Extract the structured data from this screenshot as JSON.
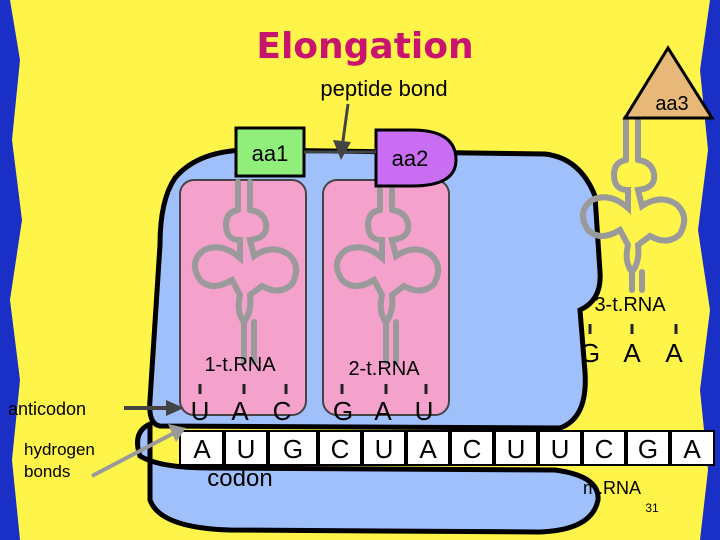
{
  "slide": {
    "title": "Elongation",
    "slide_number": "31"
  },
  "labels": {
    "peptide_bond": "peptide bond",
    "anticodon": "anticodon",
    "hydrogen_bonds_line1": "hydrogen",
    "hydrogen_bonds_line2": "bonds",
    "codon": "codon",
    "mrna": "m.RNA"
  },
  "amino_acids": {
    "aa1": "aa1",
    "aa2": "aa2",
    "aa3": "aa3"
  },
  "trnas": [
    {
      "label": "1-t.RNA",
      "anticodon": [
        "U",
        "A",
        "C"
      ]
    },
    {
      "label": "2-t.RNA",
      "anticodon": [
        "G",
        "A",
        "U"
      ]
    },
    {
      "label": "3-t.RNA",
      "anticodon": [
        "G",
        "A",
        "A"
      ]
    }
  ],
  "mrna_bases": [
    "A",
    "U",
    "G",
    "C",
    "U",
    "A",
    "C",
    "U",
    "U",
    "C",
    "G",
    "A"
  ],
  "colors": {
    "background": "#fff44a",
    "ribosome": "#9fc0fb",
    "trna_box": "#f4a1cc",
    "aa1": "#8fef7a",
    "aa2": "#c96df2",
    "aa3": "#e8b878",
    "title": "#c8146e",
    "trna_structure": "#9a9a9a"
  }
}
